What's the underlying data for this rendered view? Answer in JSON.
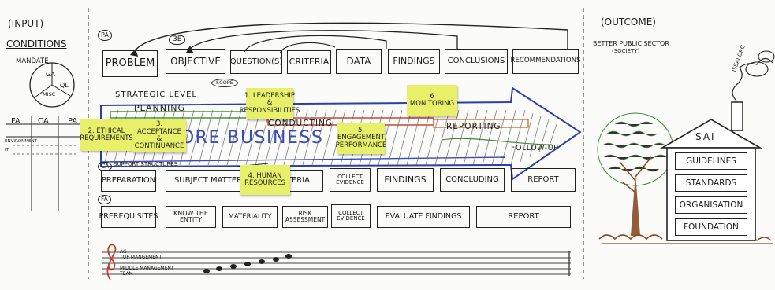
{
  "left": {
    "input": "(INPUT)",
    "conditions": "CONDITIONS",
    "mandate": "MANDATE",
    "circle": [
      "GA",
      "QL",
      "MISC"
    ],
    "table_headers": [
      "FA",
      "CA",
      "PA"
    ],
    "table_rows": [
      "ENVIRONMENT",
      "IT"
    ]
  },
  "outcome": {
    "title": "(OUTCOME)",
    "sub": "BETTER PUBLIC SECTOR",
    "sub2": "(SOCIETY)"
  },
  "top": {
    "pa": "PA",
    "three_e": "3E",
    "scope": "SCOPE",
    "items": [
      "PROBLEM",
      "OBJECTIVE",
      "QUESTION(S)",
      "CRITERIA",
      "DATA",
      "FINDINGS",
      "CONCLUSIONS",
      "RECOMMENDATIONS"
    ]
  },
  "arrow": {
    "strategic": "STRATEGIC LEVEL",
    "planning": "PLANNING",
    "conducting": "CONDUCTING",
    "reporting": "REPORTING",
    "followup": "FOLLOW-UP",
    "business": "CORE BUSINESS"
  },
  "stickies": {
    "s1": "1. LEADERSHIP\n&\nRESPONSIBILITIES",
    "s2": "2. ETHICAL\nREQUIREMENTS",
    "s3": "3. ACCEPTANCE\n&\nCONTINUANCE",
    "s4": "4. HUMAN\nRESOURCES",
    "s5": "5. ENGAGEMENT\nPERFORMANCE",
    "s6": "6\nMONITORING"
  },
  "ca": {
    "tag": "CA",
    "support": "SUPPORT STRUCTURES",
    "items": [
      "PREPARATION",
      "SUBJECT MATTER",
      "CRITERIA",
      "COLLECT EVIDENCE",
      "FINDINGS",
      "CONCLUDING",
      "REPORT"
    ]
  },
  "fa": {
    "tag": "FA",
    "items": [
      "PREREQUISITES",
      "KNOW THE ENTITY",
      "MATERIALITY",
      "RISK ASSESSMENT",
      "COLLECT EVIDENCE",
      "EVALUATE FINDINGS",
      "REPORT"
    ]
  },
  "staff": {
    "lines": [
      "AG",
      "TOP MANGEMENT",
      "MIDDLE MANAGEMENT",
      "TEAM"
    ]
  },
  "house": {
    "roof": "SAI",
    "chimney": "ISSAI.ORG",
    "floors": [
      "GUIDELINES",
      "STANDARDS",
      "ORGANISATION",
      "FOUNDATION"
    ]
  },
  "colors": {
    "sticky": "#e8f06a",
    "arrow_outline": "#2f3fa8",
    "blue_ink": "#3a4bb5",
    "red_ink": "#c83a2a",
    "green_ink": "#3f8a3a",
    "brown_ink": "#8a4a25"
  }
}
